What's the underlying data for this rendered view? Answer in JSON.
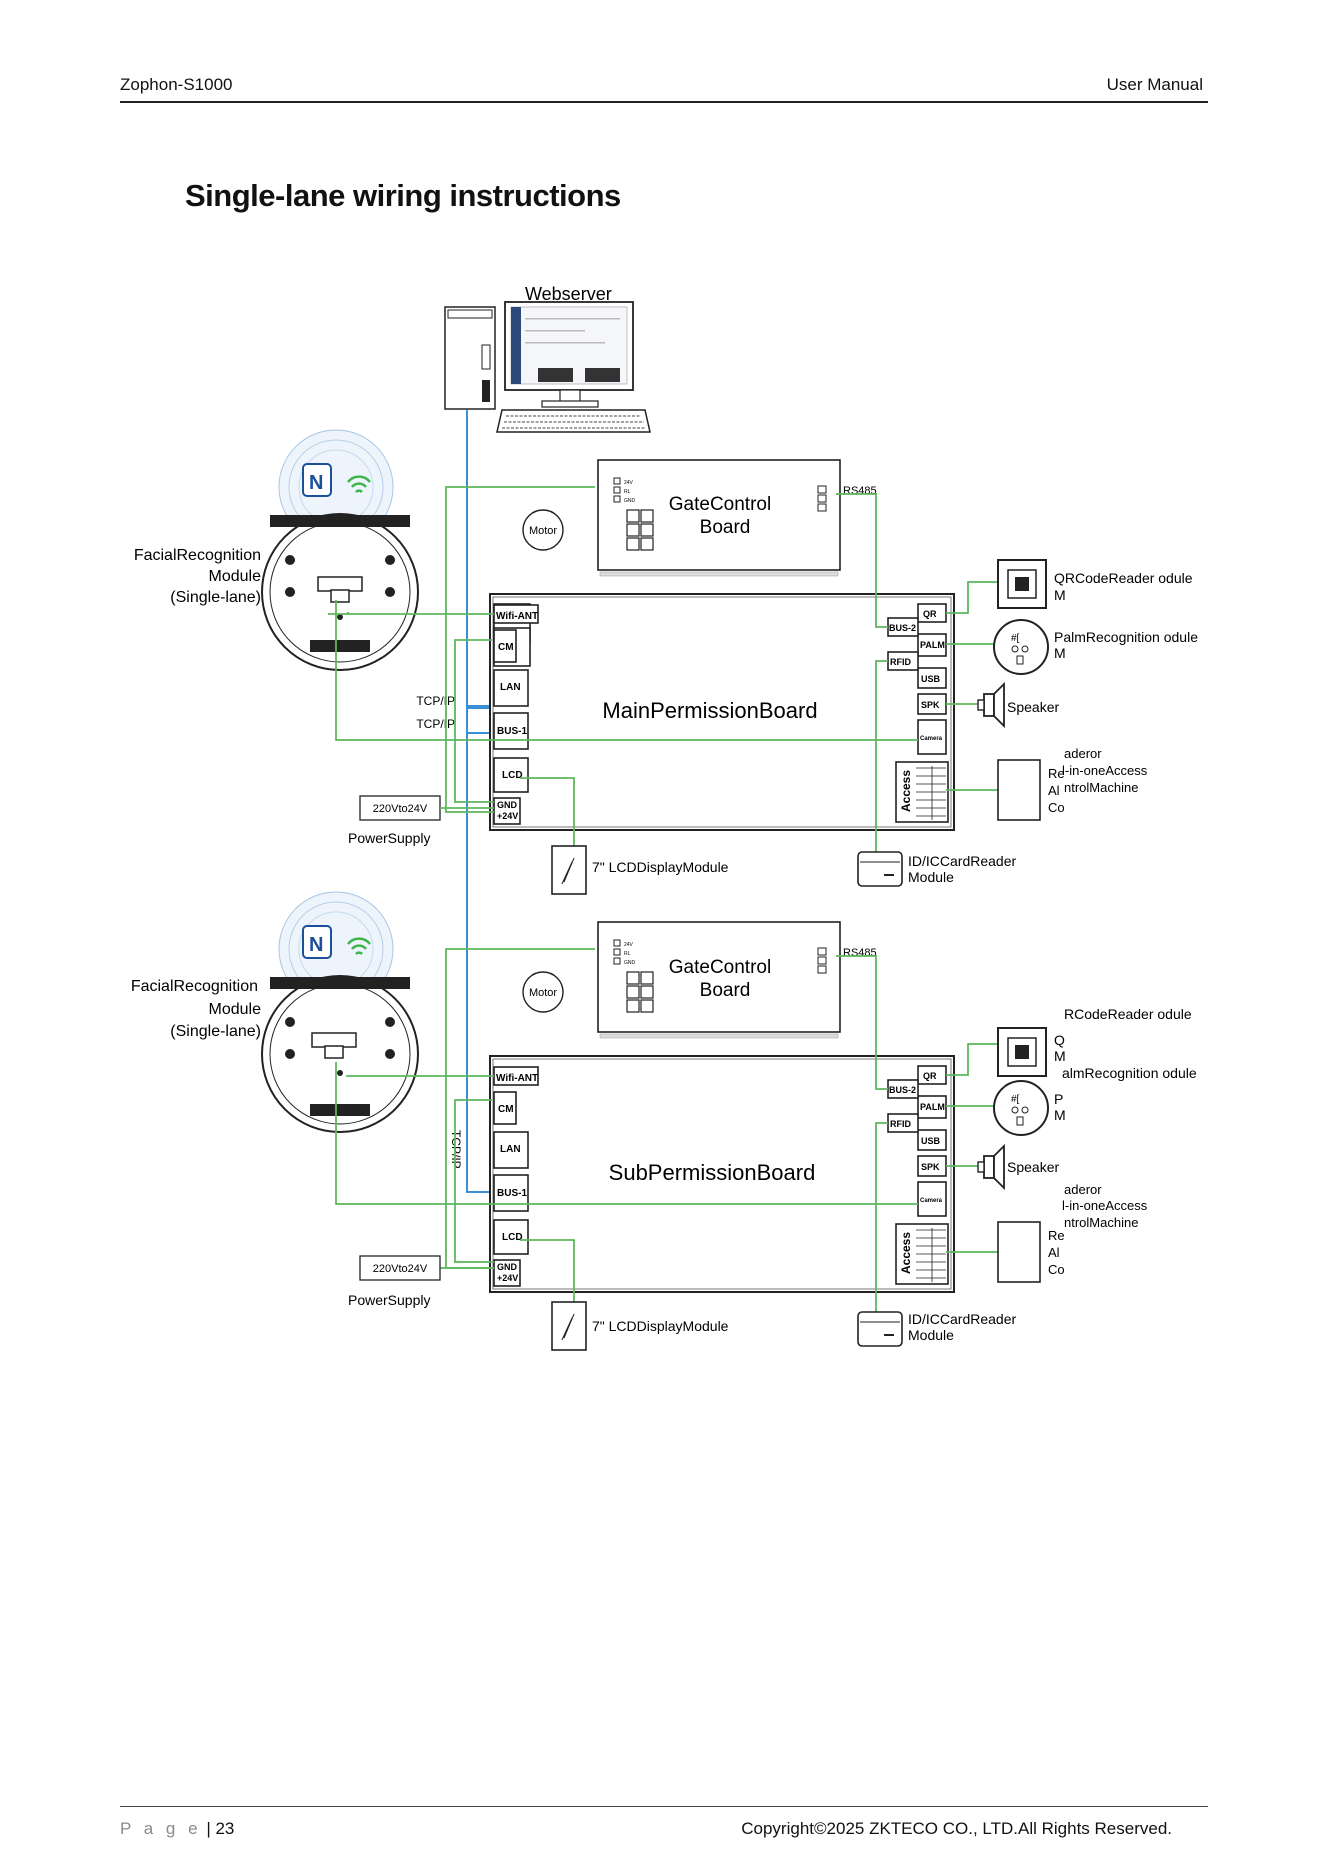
{
  "header": {
    "left": "Zophon-S1000",
    "right": "User Manual"
  },
  "title": "Single-lane wiring instructions",
  "diagram": {
    "webserver": "Webserver",
    "lanes": [
      {
        "board": "MainPermissionBoard",
        "gate": [
          "GateControl",
          "Board"
        ],
        "motor": "Motor",
        "rs485": "RS485",
        "facial": [
          "FacialRecognition",
          "Module",
          "(Single-lane)"
        ],
        "tcp1": "TCP/IP",
        "tcp2": "TCP/IP",
        "power_box": "220Vto24V",
        "power_label": "PowerSupply",
        "lcd": "7\" LCDDisplayModule",
        "idcard": [
          "ID/ICCardReader",
          "Module"
        ],
        "qr": [
          "QRCodeReader odule",
          "M"
        ],
        "palm": [
          "PalmRecognition odule",
          "M"
        ],
        "speaker": "Speaker",
        "reader": [
          "aderor",
          "l-in-oneAccess",
          "ntrolMachine",
          "Re",
          "Al",
          "Co"
        ]
      },
      {
        "board": "SubPermissionBoard",
        "gate": [
          "GateControl",
          "Board"
        ],
        "motor": "Motor",
        "rs485": "RS485",
        "facial": [
          "FacialRecognition",
          "Module",
          "(Single-lane)"
        ],
        "tcp1": "TCP/IP",
        "power_box": "220Vto24V",
        "power_label": "PowerSupply",
        "lcd": "7\" LCDDisplayModule",
        "idcard": [
          "ID/ICCardReader",
          "Module"
        ],
        "qr": [
          "RCodeReader odule",
          "Q",
          "M"
        ],
        "palm": [
          "almRecognition odule",
          "P",
          "M"
        ],
        "speaker": "Speaker",
        "reader": [
          "aderor",
          "l-in-oneAccess",
          "ntrolMachine",
          "Re",
          "Al",
          "Co"
        ]
      }
    ],
    "ports_left": [
      "Wifi-ANT",
      "CM",
      "LAN",
      "BUS-1",
      "LCD",
      "GND",
      "+24V"
    ],
    "ports_right": [
      "QR",
      "BUS-2",
      "PALM",
      "RFID",
      "USB",
      "SPK",
      "Camera"
    ],
    "access_label": "Access",
    "gate_terminals": [
      "24V",
      "RL",
      "GND"
    ]
  },
  "footer": {
    "page_label": "P a g e",
    "page_number": "| 23",
    "copyright": "Copyright©2025 ZKTECO CO., LTD.All Rights Reserved."
  },
  "colors": {
    "wire_green": "#5cb85c",
    "wire_blue": "#3b8fd6",
    "line": "#222222"
  }
}
